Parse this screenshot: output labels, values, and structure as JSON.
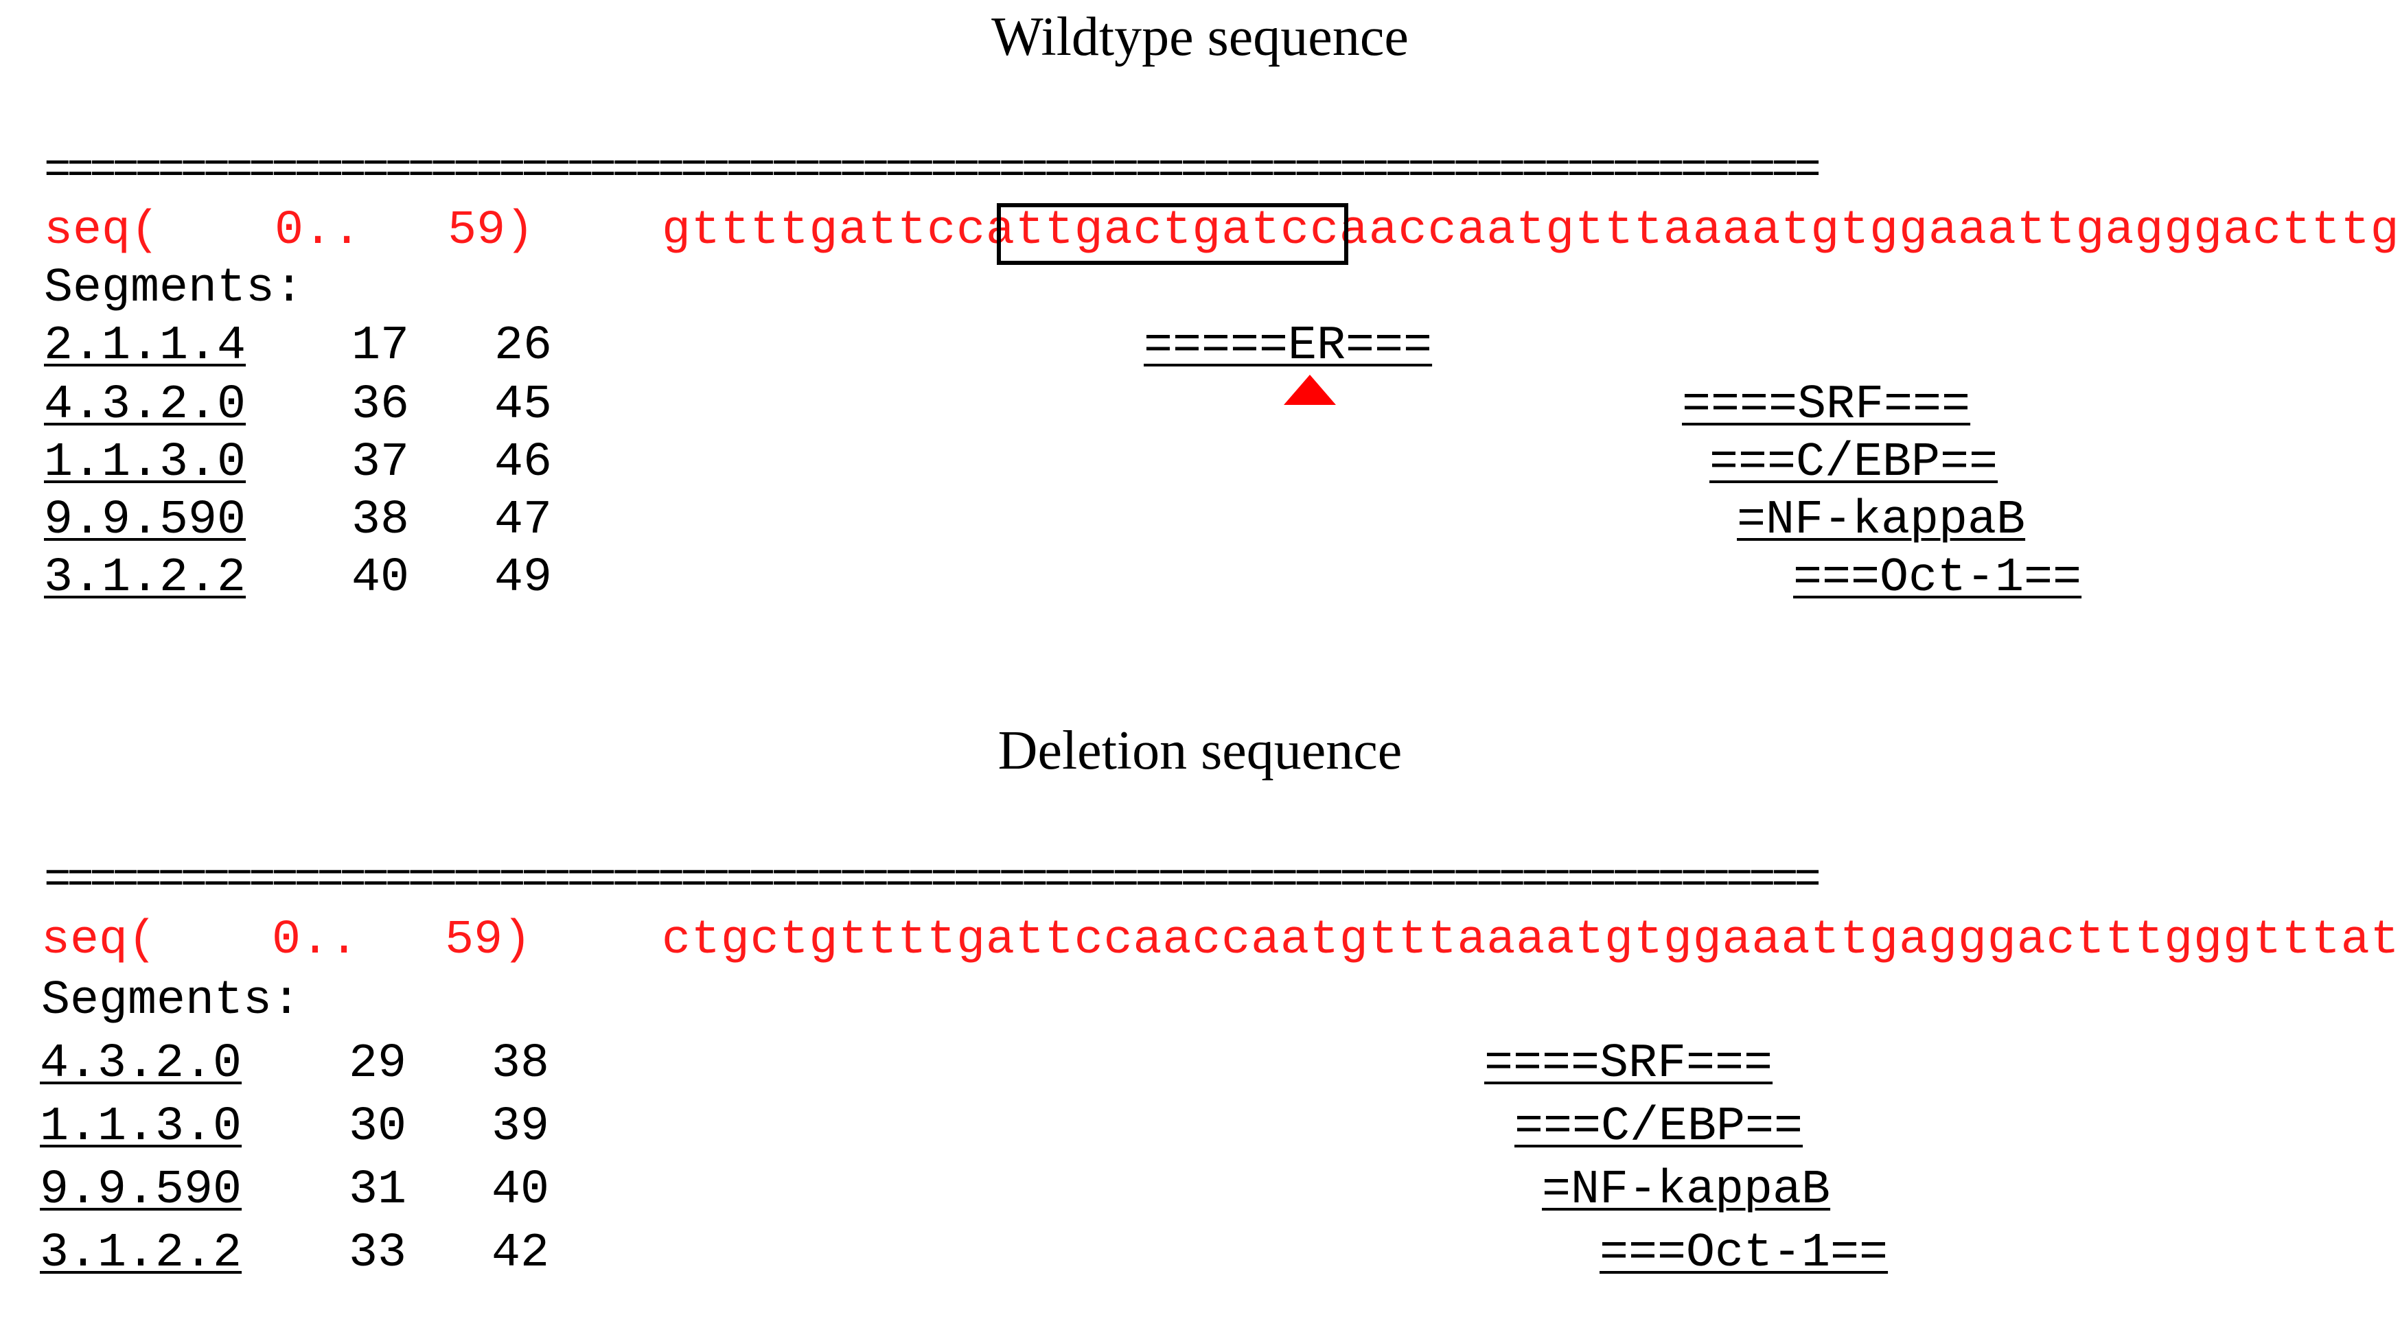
{
  "colors": {
    "sequence": "#ff1a1a",
    "marker": "#ff0000",
    "text": "#000000",
    "box": "#000000"
  },
  "wildtype": {
    "title": "Wildtype sequence",
    "separator": "==============================================================================",
    "seq_label": "seq(    0..   59)",
    "sequence": "gttttgattccattgactgatccaaccaatgtttaaaatgtggaaattgagggactttgg",
    "segments_label": "Segments:",
    "rows": [
      {
        "id": "2.1.1.4",
        "start": "17",
        "end": "26",
        "annotation": "=====ER==="
      },
      {
        "id": "4.3.2.0",
        "start": "36",
        "end": "45",
        "annotation": "====SRF==="
      },
      {
        "id": "1.1.3.0",
        "start": "37",
        "end": "46",
        "annotation": "===C/EBP=="
      },
      {
        "id": "9.9.590",
        "start": "38",
        "end": "47",
        "annotation": "=NF-kappaB"
      },
      {
        "id": "3.1.2.2",
        "start": "40",
        "end": "49",
        "annotation": "===Oct-1=="
      }
    ],
    "marker_icon": "triangle-up-icon"
  },
  "deletion": {
    "title": "Deletion sequence",
    "separator": "==============================================================================",
    "seq_label": "seq(    0..   59)",
    "sequence": "ctgctgttttgattccaaccaatgtttaaaatgtggaaattgagggactttgggtttatt",
    "segments_label": "Segments:",
    "rows": [
      {
        "id": "4.3.2.0",
        "start": "29",
        "end": "38",
        "annotation": "====SRF==="
      },
      {
        "id": "1.1.3.0",
        "start": "30",
        "end": "39",
        "annotation": "===C/EBP=="
      },
      {
        "id": "9.9.590",
        "start": "31",
        "end": "40",
        "annotation": "=NF-kappaB"
      },
      {
        "id": "3.1.2.2",
        "start": "33",
        "end": "42",
        "annotation": "===Oct-1=="
      }
    ]
  }
}
